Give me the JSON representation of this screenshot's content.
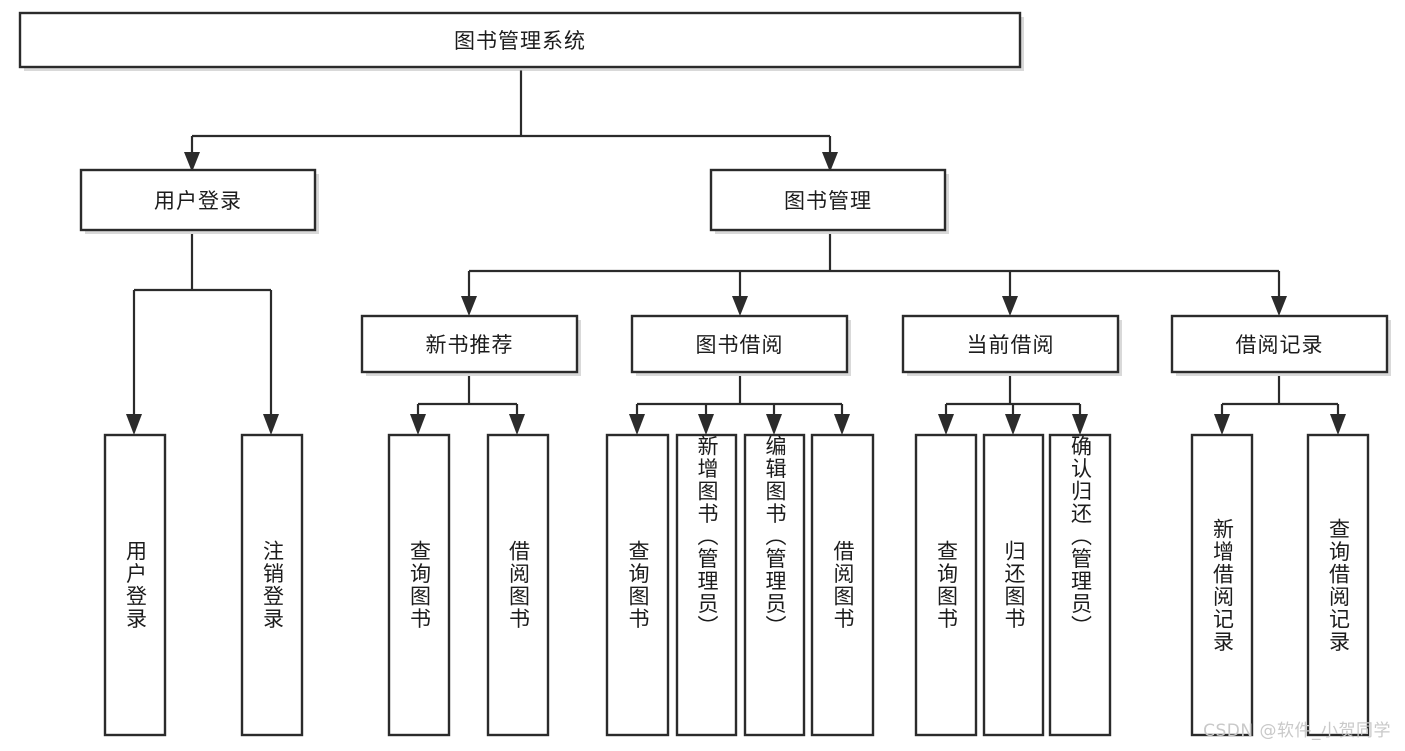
{
  "diagram": {
    "title": "图书管理系统",
    "type": "hierarchy-tree",
    "watermark": "CSDN @软件_小贺同学",
    "levels": [
      {
        "level": 1,
        "nodes": [
          {
            "id": "root",
            "label": "图书管理系统",
            "orientation": "horizontal"
          }
        ]
      },
      {
        "level": 2,
        "nodes": [
          {
            "id": "login",
            "label": "用户登录",
            "orientation": "horizontal",
            "parent": "root"
          },
          {
            "id": "bookmgmt",
            "label": "图书管理",
            "orientation": "horizontal",
            "parent": "root"
          }
        ]
      },
      {
        "level": 3,
        "nodes": [
          {
            "id": "newbook",
            "label": "新书推荐",
            "orientation": "horizontal",
            "parent": "bookmgmt"
          },
          {
            "id": "borrow",
            "label": "图书借阅",
            "orientation": "horizontal",
            "parent": "bookmgmt"
          },
          {
            "id": "current",
            "label": "当前借阅",
            "orientation": "horizontal",
            "parent": "bookmgmt"
          },
          {
            "id": "records",
            "label": "借阅记录",
            "orientation": "horizontal",
            "parent": "bookmgmt"
          }
        ]
      },
      {
        "level": 4,
        "nodes": [
          {
            "id": "leaf1",
            "label": "用户登录",
            "orientation": "vertical",
            "parent": "login"
          },
          {
            "id": "leaf2",
            "label": "注销登录",
            "orientation": "vertical",
            "parent": "login"
          },
          {
            "id": "leaf3",
            "label": "查询图书",
            "orientation": "vertical",
            "parent": "newbook"
          },
          {
            "id": "leaf4",
            "label": "借阅图书",
            "orientation": "vertical",
            "parent": "newbook"
          },
          {
            "id": "leaf5",
            "label": "查询图书",
            "orientation": "vertical",
            "parent": "borrow"
          },
          {
            "id": "leaf6",
            "label": "新增图书（管理员）",
            "orientation": "vertical",
            "parent": "borrow"
          },
          {
            "id": "leaf7",
            "label": "编辑图书（管理员）",
            "orientation": "vertical",
            "parent": "borrow"
          },
          {
            "id": "leaf8",
            "label": "借阅图书",
            "orientation": "vertical",
            "parent": "borrow"
          },
          {
            "id": "leaf9",
            "label": "查询图书",
            "orientation": "vertical",
            "parent": "current"
          },
          {
            "id": "leaf10",
            "label": "归还图书",
            "orientation": "vertical",
            "parent": "current"
          },
          {
            "id": "leaf11",
            "label": "确认归还（管理员）",
            "orientation": "vertical",
            "parent": "current"
          },
          {
            "id": "leaf12",
            "label": "新增借阅记录",
            "orientation": "vertical",
            "parent": "records"
          },
          {
            "id": "leaf13",
            "label": "查询借阅记录",
            "orientation": "vertical",
            "parent": "records"
          }
        ]
      }
    ],
    "colors": {
      "box_fill": "#ffffff",
      "box_stroke": "#2b2b2b",
      "text": "#1c1c1c",
      "background": "#ffffff",
      "watermark": "#c9c9c9"
    }
  }
}
